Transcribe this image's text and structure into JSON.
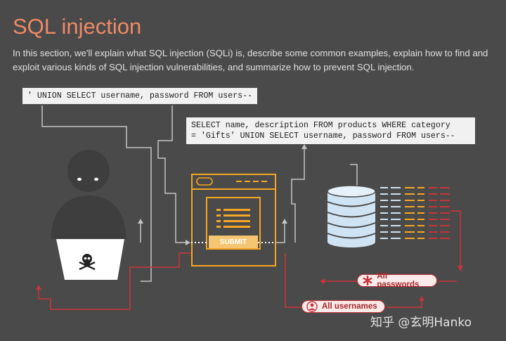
{
  "header": {
    "title": "SQL injection",
    "intro": "In this section, we'll explain what SQL injection (SQLi) is, describe some common examples, explain how to find and exploit various kinds of SQL injection vulnerabilities, and summarize how to prevent SQL injection."
  },
  "diagram": {
    "payload_query": "' UNION SELECT username, password FROM users--",
    "full_query": "SELECT name, description FROM products WHERE category\n= 'Gifts' UNION SELECT username, password FROM users--",
    "submit_label": "SUBMIT",
    "result_passwords": "All passwords",
    "result_usernames": "All usernames",
    "colors": {
      "background": "#4a4a4a",
      "accent": "#ee8a66",
      "form_orange": "#f5a623",
      "red_line": "#c9343a",
      "db_blue": "#cfe3f3",
      "gray_line": "#c4c4c4"
    },
    "icons": [
      "skull-crossbones-icon",
      "asterisk-icon",
      "user-icon",
      "database-icon"
    ]
  },
  "watermark": "知乎 @玄明Hanko"
}
